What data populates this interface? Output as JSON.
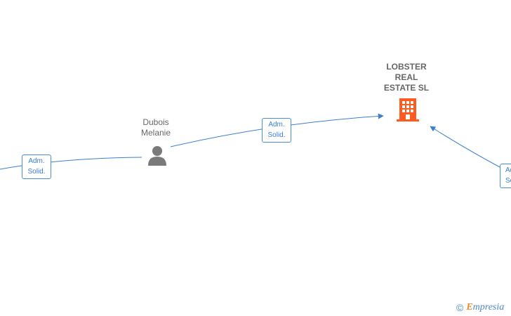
{
  "nodes": {
    "person": {
      "name_line1": "Dubois",
      "name_line2": "Melanie",
      "icon": "person-icon"
    },
    "company": {
      "name": "LOBSTER\nREAL\nESTATE  SL",
      "icon": "building-icon",
      "color": "#ff5a1f"
    }
  },
  "edges": [
    {
      "label_line1": "Adm.",
      "label_line2": "Solid."
    },
    {
      "label_line1": "Adm.",
      "label_line2": "Solid."
    },
    {
      "label_line1": "Adm.",
      "label_line2": "Solid."
    }
  ],
  "footer": {
    "copyright_symbol": "©",
    "brand_initial": "E",
    "brand_rest": "mpresia"
  },
  "colors": {
    "edge": "#3b7fcf",
    "person_icon": "#7a7a7a"
  }
}
